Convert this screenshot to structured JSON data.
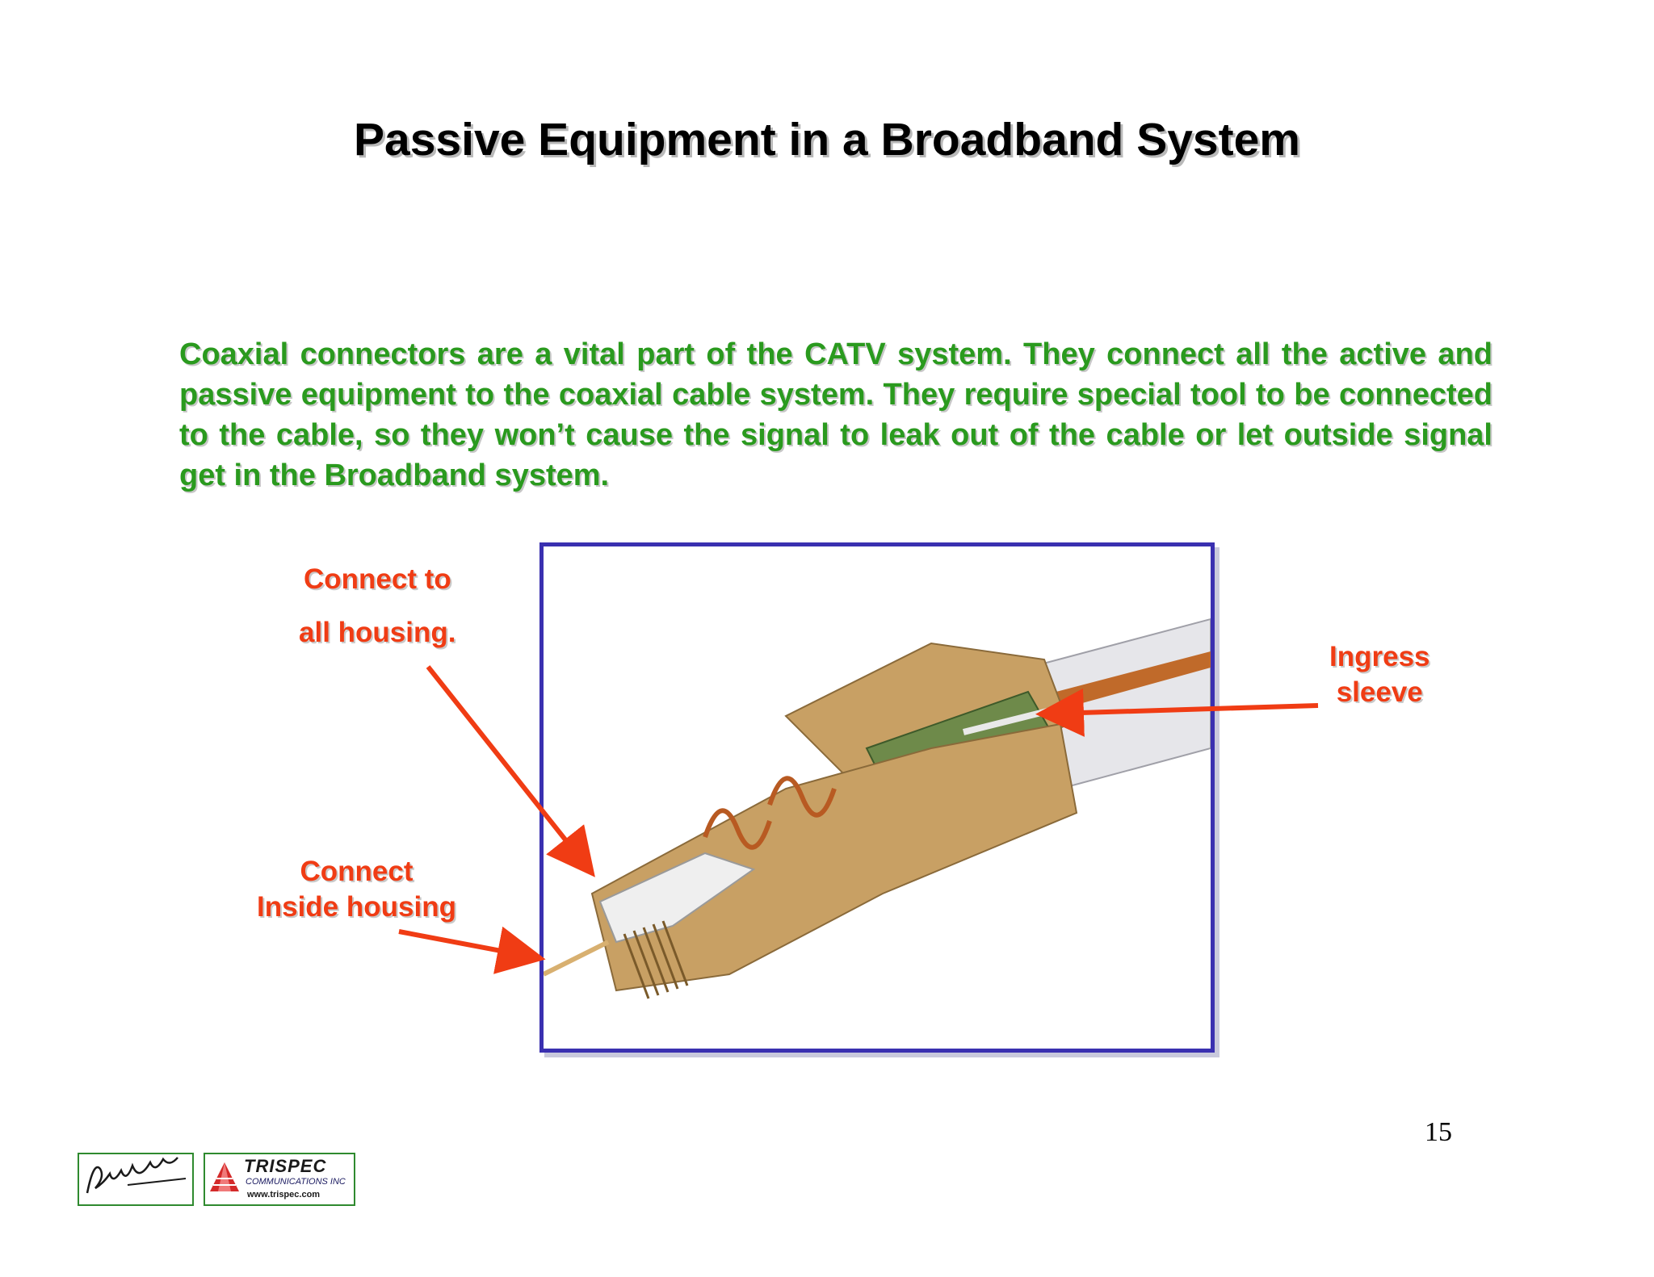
{
  "slide": {
    "title": "Passive Equipment in a Broadband System",
    "body": "Coaxial connectors are a vital part of the CATV system. They connect all the active and passive equipment to the coaxial cable system. They require special tool to be connected to the cable, so they won’t cause the signal to leak out of the cable or let outside signal get in the Broadband system.",
    "page_number": "15"
  },
  "callouts": {
    "housing_line1": "Connect to",
    "housing_line2": "all housing.",
    "ingress_line1": "Ingress",
    "ingress_line2": "sleeve",
    "inside_line1": "Connect",
    "inside_line2": "Inside housing"
  },
  "footer": {
    "trispec_name": "TRISPEC",
    "trispec_sub": "COMMUNICATIONS INC",
    "trispec_url": "www.trispec.com"
  },
  "colors": {
    "body_text": "#2a9a1e",
    "callout_text": "#f03c14",
    "frame_border": "#3a30b0",
    "connector_body": "#c8a064",
    "logo_border": "#2f8a2f"
  },
  "icons": {
    "signature": "signature-logo",
    "trispec": "trispec-pyramid-icon"
  }
}
